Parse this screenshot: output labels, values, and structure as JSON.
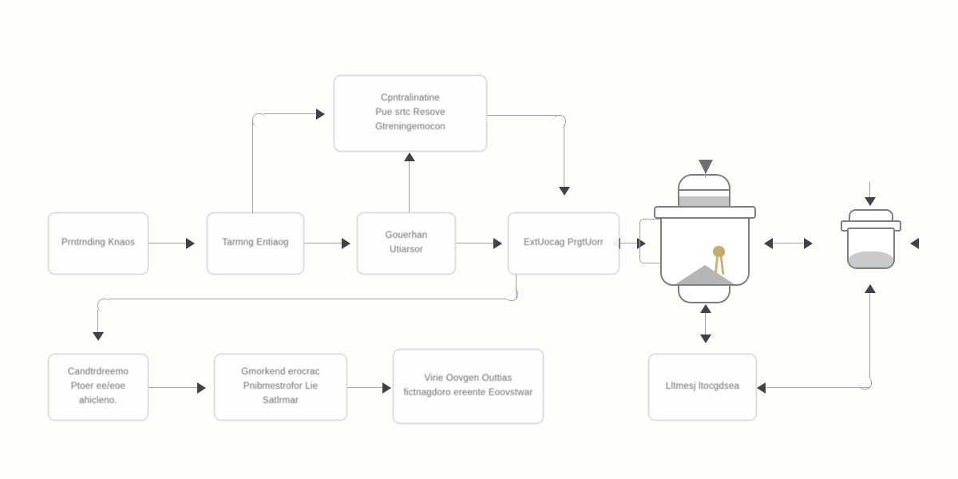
{
  "diagram": {
    "title": "process-flow-diagram",
    "background_color": "#fefefb",
    "node_border_color": "#b9bcc0",
    "connector_color": "#9fa3a8",
    "arrowhead_color": "#3f4246",
    "accent_color": "#c4ac6a",
    "powder_color": "#b4b6b8"
  },
  "nodes": {
    "top_center": {
      "label": "Cpntralinatine\nPue srtc Resove Gtreningemocon"
    },
    "row_a": {
      "label": "Prntrnding Knaos"
    },
    "row_b": {
      "label": "Tarmng Entiaog"
    },
    "row_c": {
      "label": "Gouerhan\nUtiarsor"
    },
    "row_d": {
      "label": "ExtUocag PrgtUorr"
    },
    "row_e": {
      "label": "Candtrdreemo\nPtoer ee/eoe\nahicleno."
    },
    "row_f": {
      "label": "Gmorkend erocrac\nPnibmestrofor Lie\nSatlrmar"
    },
    "row_g": {
      "label": "Virie Oovgen Outtias\nfictnagdoro ereente  Eoovstwar"
    },
    "row_h": {
      "label": "Lltmesj ltocgdsea"
    }
  },
  "illustrations": {
    "vessel_large": {
      "name": "large-reactor-vessel",
      "contains": "powder-pile",
      "marker": "gold-nugget"
    },
    "vessel_small": {
      "name": "small-container-vessel",
      "contains": "liquid-fill"
    }
  },
  "connectors": [
    {
      "name": "a-to-b",
      "type": "arrow-right"
    },
    {
      "name": "b-to-c",
      "type": "arrow-right"
    },
    {
      "name": "c-to-d",
      "type": "arrow-right"
    },
    {
      "name": "c-to-top",
      "type": "arrow-up"
    },
    {
      "name": "b-up-to-top",
      "type": "elbow-arrow-right"
    },
    {
      "name": "top-to-d",
      "type": "elbow-arrow-down"
    },
    {
      "name": "d-to-vessel-large",
      "type": "bidirectional"
    },
    {
      "name": "vessel-large-to-vessel-small",
      "type": "bidirectional"
    },
    {
      "name": "vessel-small-right-out",
      "type": "arrow-left"
    },
    {
      "name": "vessel-large-to-row-g",
      "type": "bidirectional-vertical"
    },
    {
      "name": "d-feedback-to-e",
      "type": "elbow-arrow-down"
    },
    {
      "name": "e-to-f",
      "type": "arrow-right"
    },
    {
      "name": "f-to-g",
      "type": "arrow-right"
    },
    {
      "name": "h-from-right",
      "type": "arrow-left"
    },
    {
      "name": "h-up-to-vessel-small",
      "type": "elbow-arrow-up"
    }
  ]
}
